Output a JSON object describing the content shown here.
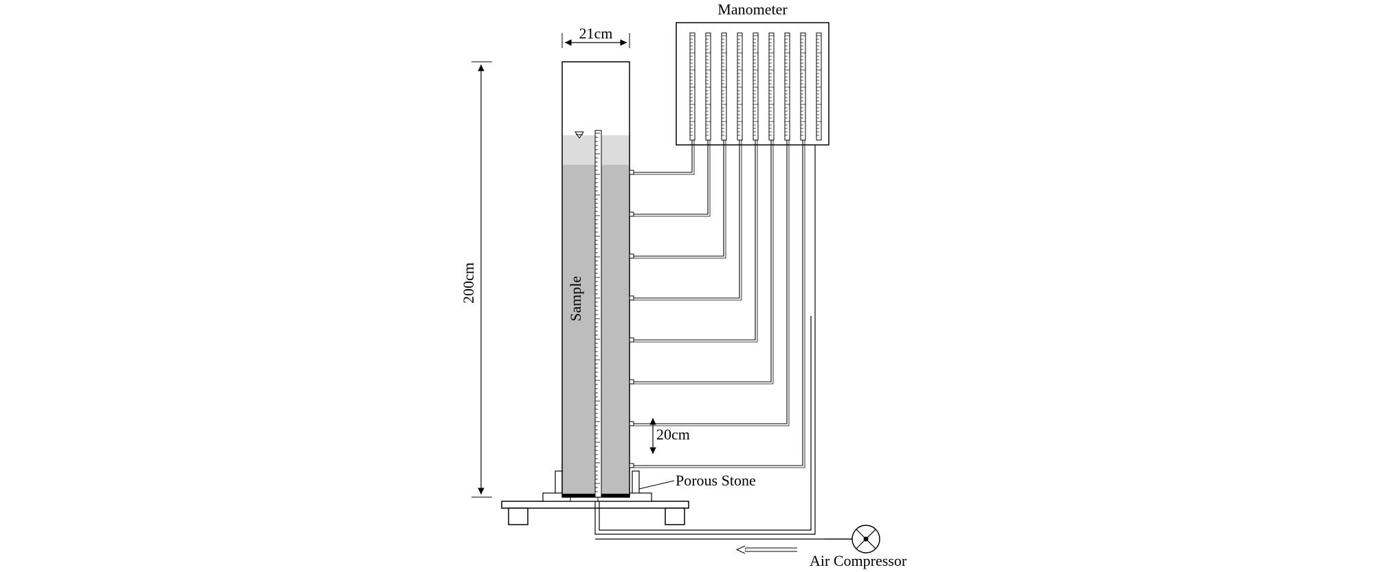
{
  "labels": {
    "manometer": "Manometer",
    "column_width": "21cm",
    "column_height": "200cm",
    "sample": "Sample",
    "port_spacing": "20cm",
    "porous_stone": "Porous Stone",
    "air_compressor": "Air Compressor"
  },
  "colors": {
    "stroke": "#000000",
    "sample_fill": "#bdbdbd",
    "water_fill": "#dcdcdc",
    "background": "#ffffff"
  },
  "manometer": {
    "tube_count": 9
  },
  "column": {
    "port_count": 8
  }
}
